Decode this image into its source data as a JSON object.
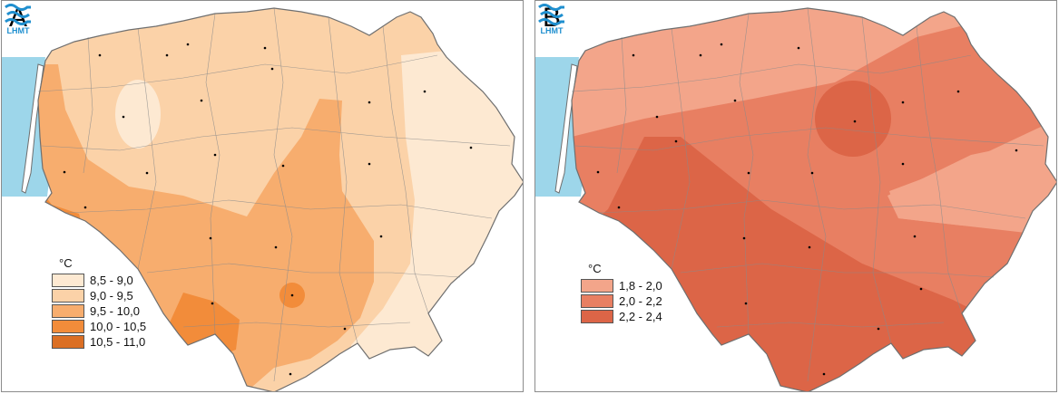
{
  "panels": [
    {
      "letter": "A",
      "logo_text": "LHMT",
      "legend_unit": "°C",
      "legend": [
        {
          "label": "8,5 - 9,0",
          "color": "#fde9d2"
        },
        {
          "label": "9,0 - 9,5",
          "color": "#fbd2a8"
        },
        {
          "label": "9,5 - 10,0",
          "color": "#f7ad6e"
        },
        {
          "label": "10,0 - 10,5",
          "color": "#f28c3a"
        },
        {
          "label": "10,5 - 11,0",
          "color": "#db6f24"
        }
      ]
    },
    {
      "letter": "B",
      "logo_text": "LHMT",
      "legend_unit": "°C",
      "legend": [
        {
          "label": "1,8 - 2,0",
          "color": "#f3a58a"
        },
        {
          "label": "2,0 - 2,2",
          "color": "#e87f62"
        },
        {
          "label": "2,2 - 2,4",
          "color": "#dc6547"
        }
      ]
    }
  ],
  "colors": {
    "sea": "#9dd6ea",
    "border": "#6f6f6f",
    "logo": "#1f8fcf"
  }
}
